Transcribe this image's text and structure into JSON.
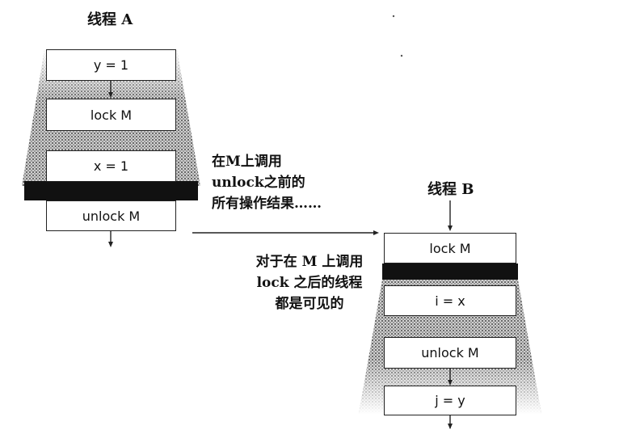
{
  "thread_a": {
    "title": "线程 A",
    "steps": [
      "y = 1",
      "lock M",
      "x = 1",
      "unlock M"
    ]
  },
  "thread_b": {
    "title": "线程 B",
    "steps": [
      "lock M",
      "i = x",
      "unlock M",
      "j = y"
    ]
  },
  "annotation_a": [
    "在M上调用",
    "unlock之前的",
    "所有操作结果……"
  ],
  "annotation_b": [
    "对于在 M 上调用",
    "lock 之后的线程",
    "都是可见的"
  ]
}
